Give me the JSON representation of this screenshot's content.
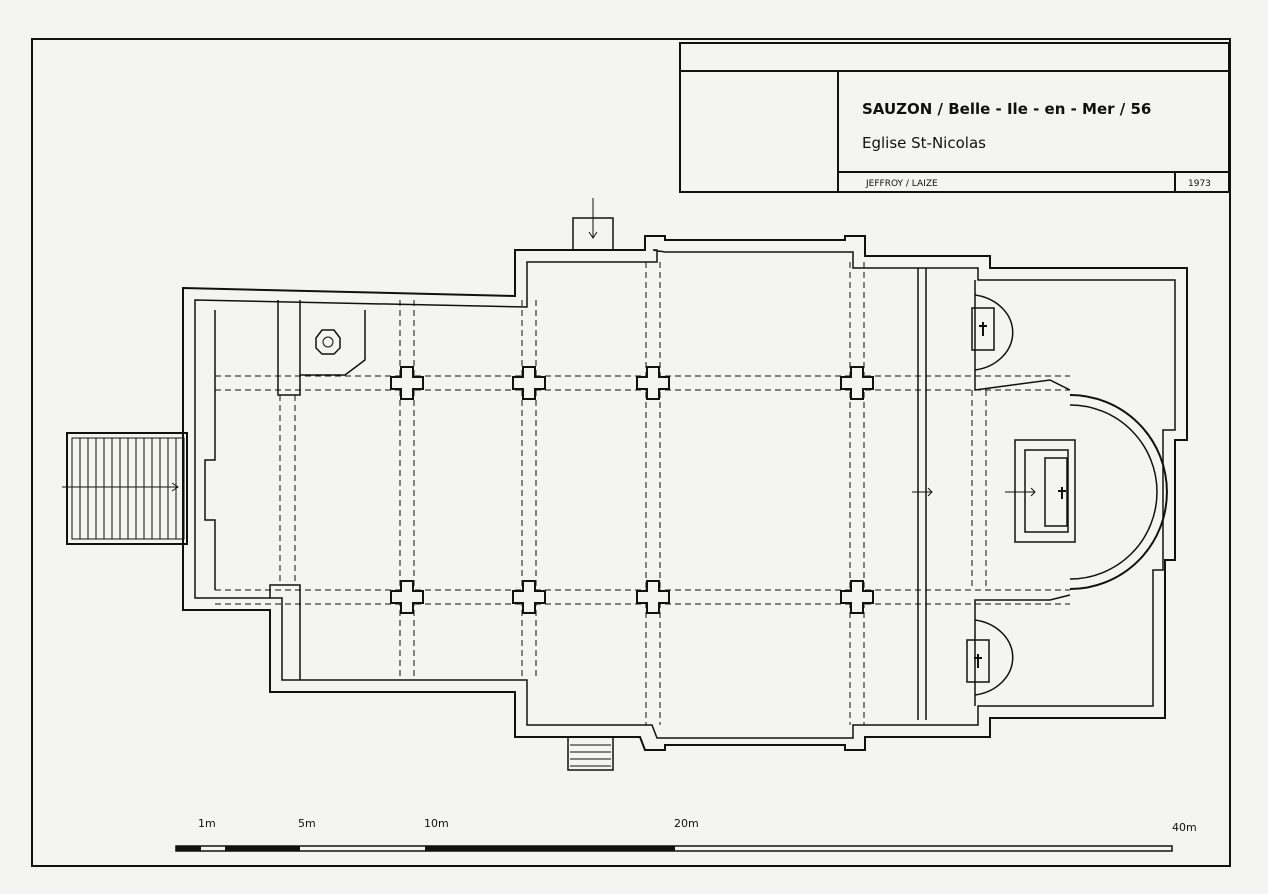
{
  "title_block": {
    "location": "SAUZON / Belle - Ile - en - Mer / 56",
    "building": "Eglise St-Nicolas",
    "authors": "JEFFROY / LAIZE",
    "year": "1973"
  },
  "scale_bar": {
    "labels": [
      "1m",
      "5m",
      "10m",
      "20m",
      "40m"
    ]
  },
  "colors": {
    "paper": "#f4f4f2",
    "ink": "#111111"
  }
}
